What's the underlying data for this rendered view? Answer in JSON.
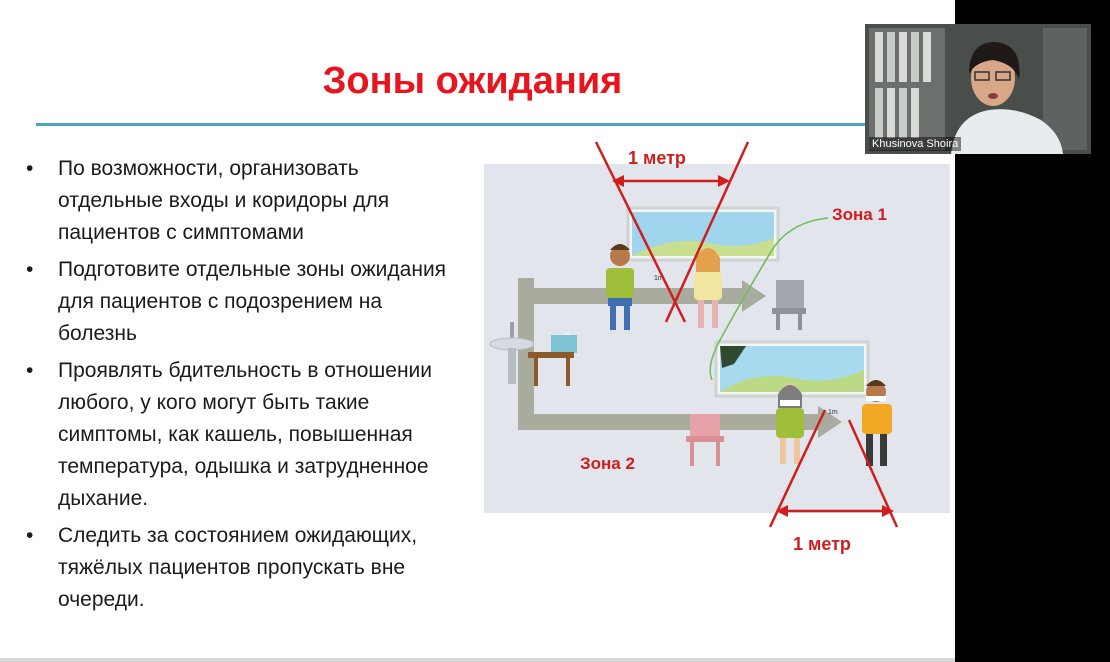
{
  "slide": {
    "title": "Зоны ожидания",
    "bullets": [
      "По возможности, организовать отдельные входы и коридоры для пациентов с симптомами",
      "Подготовите отдельные зоны ожидания для пациентов с подозрением на болезнь",
      "Проявлять бдительность в отношении любого, у кого могут быть такие симптомы, как кашель, повышенная температура, одышка и затрудненное дыхание.",
      "Следить за состоянием ожидающих, тяжёлых пациентов пропускать вне очереди."
    ]
  },
  "illustration": {
    "meter_top": "1 метр",
    "meter_bottom": "1 метр",
    "zone1": "Зона 1",
    "zone2": "Зона 2",
    "floor_mark_1": "1m",
    "floor_mark_2": "1m",
    "colors": {
      "accent_red": "#d01e1e",
      "arrow_gray": "#a9ab9f",
      "zone_line_green": "#6fbf5a"
    }
  },
  "webcam": {
    "participant_name": "Khusinova Shoira"
  }
}
